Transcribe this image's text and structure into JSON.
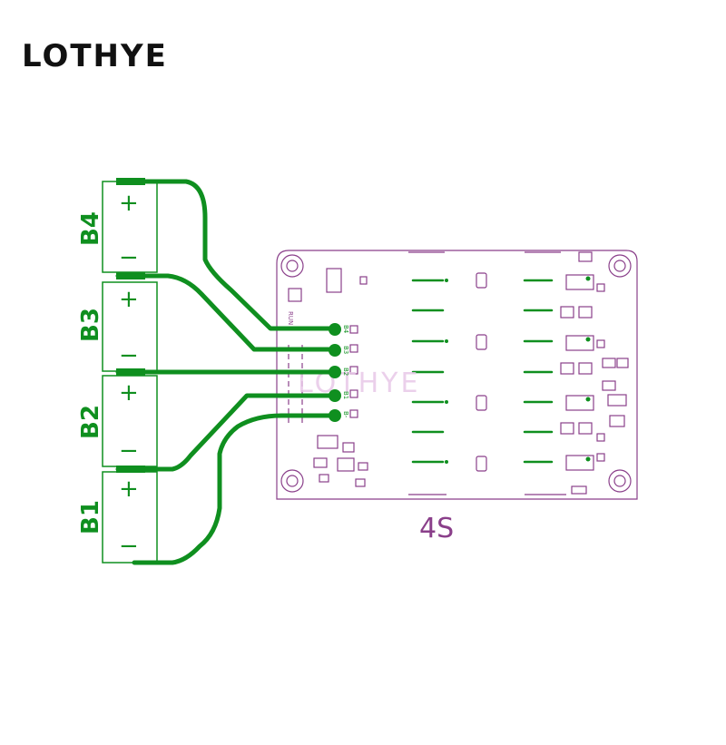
{
  "brand": "LOTHYE",
  "board": {
    "configuration": "4S",
    "watermark": "LOTHYE",
    "silkscreen_run": "RUN",
    "balance_pins": [
      "B4",
      "B3",
      "B2",
      "B1",
      "B-"
    ]
  },
  "batteries": [
    {
      "label": "B4",
      "plus": "+",
      "minus": "−"
    },
    {
      "label": "B3",
      "plus": "+",
      "minus": "−"
    },
    {
      "label": "B2",
      "plus": "+",
      "minus": "−"
    },
    {
      "label": "B1",
      "plus": "+",
      "minus": "−"
    }
  ],
  "colors": {
    "trace": "#0f8f1f",
    "board_outline": "#8a3f8a",
    "brand": "#111111"
  }
}
